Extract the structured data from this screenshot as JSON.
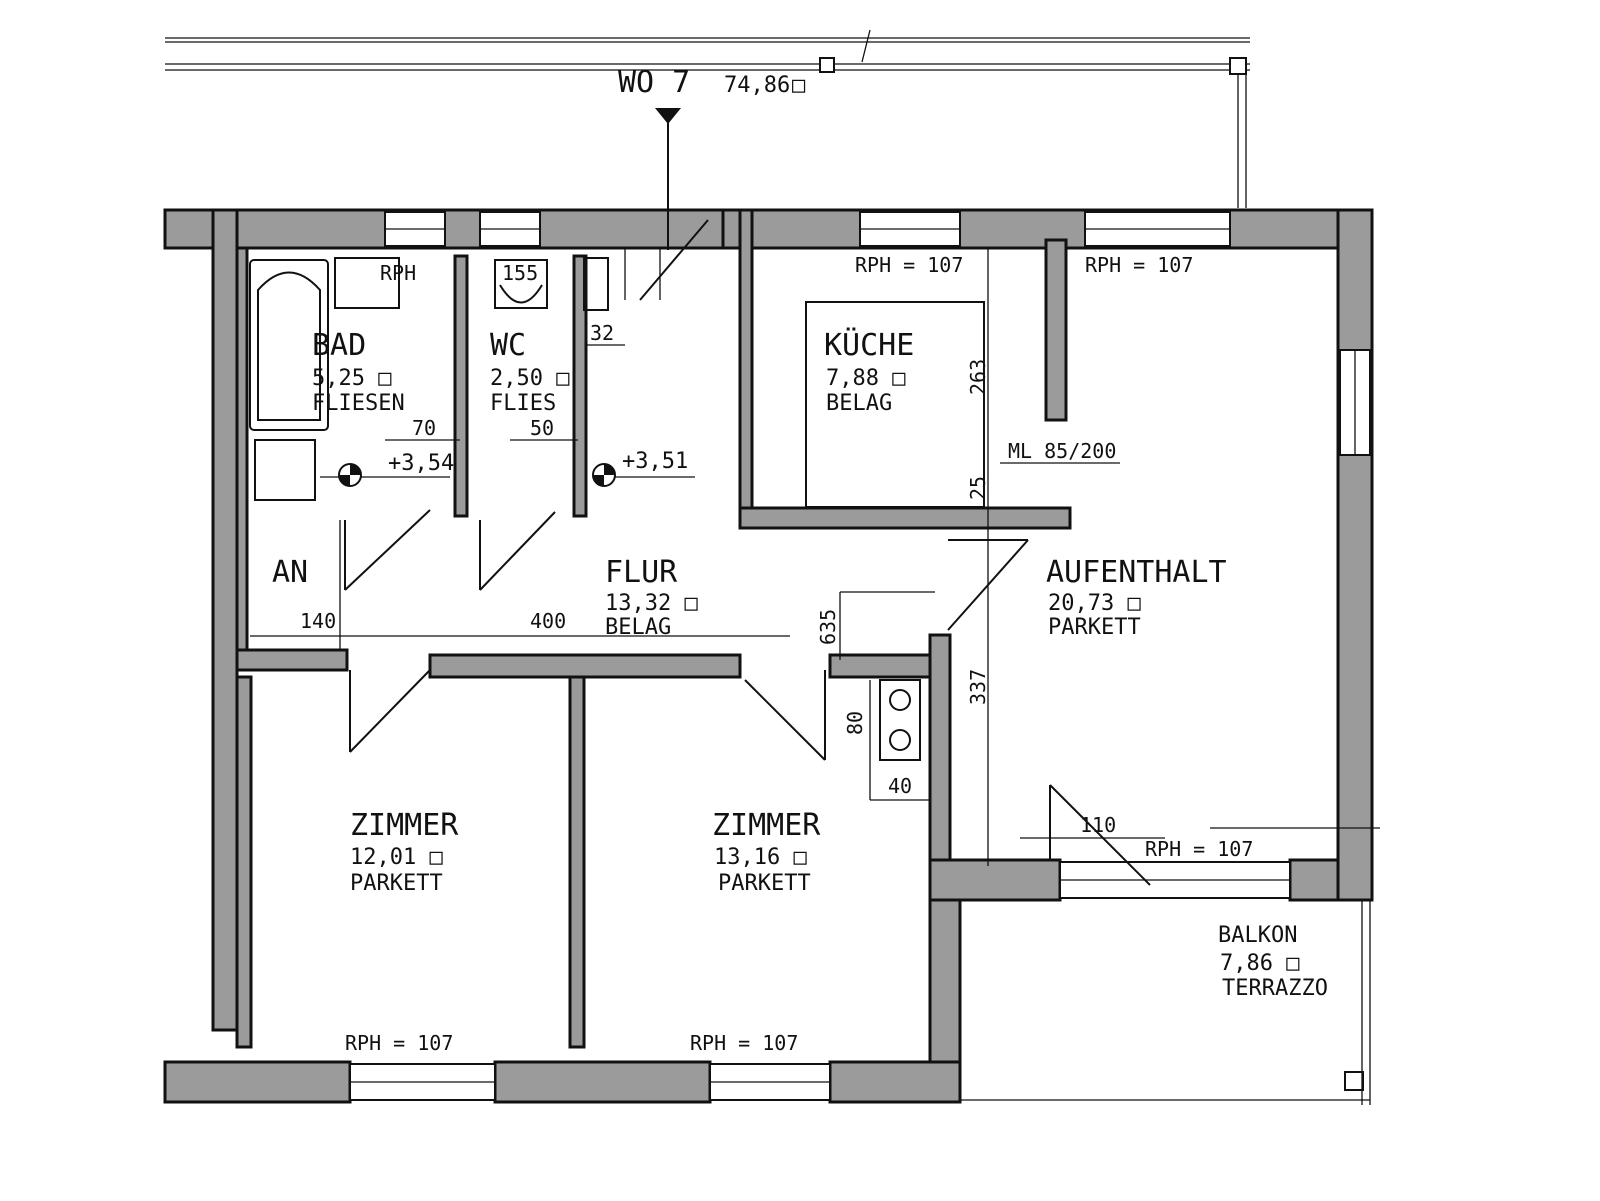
{
  "header": {
    "unit_name": "WO 7",
    "unit_area": "74,86",
    "area_symbol": "□"
  },
  "rooms": {
    "bad": {
      "name": "BAD",
      "area": "5,25 □",
      "floor": "FLIESEN",
      "rph": "RPH"
    },
    "wc": {
      "name": "WC",
      "area": "2,50 □",
      "floor": "FLIES"
    },
    "kueche": {
      "name": "KÜCHE",
      "area": "7,88 □",
      "floor": "BELAG",
      "rph": "RPH = 107"
    },
    "an": {
      "name": "AN"
    },
    "flur": {
      "name": "FLUR",
      "area": "13,32 □",
      "floor": "BELAG"
    },
    "aufenthalt": {
      "name": "AUFENTHALT",
      "area": "20,73 □",
      "floor": "PARKETT",
      "rph_top": "RPH = 107",
      "rph_bottom": "RPH = 107"
    },
    "zimmer1": {
      "name": "ZIMMER",
      "area": "12,01 □",
      "floor": "PARKETT",
      "rph": "RPH = 107"
    },
    "zimmer2": {
      "name": "ZIMMER",
      "area": "13,16 □",
      "floor": "PARKETT",
      "rph": "RPH = 107"
    },
    "balkon": {
      "name": "BALKON",
      "area": "7,86 □",
      "floor": "TERRAZZO"
    }
  },
  "dimensions": {
    "d155": "155",
    "d32": "32",
    "d70": "70",
    "d50": "50",
    "d263": "263",
    "d25": "25",
    "d140": "140",
    "d400": "400",
    "d635": "635",
    "d337": "337",
    "d80": "80",
    "d40": "40",
    "d110": "110",
    "ml": "ML 85/200"
  },
  "levels": {
    "lvl1": "+3,54",
    "lvl2": "+3,51"
  }
}
